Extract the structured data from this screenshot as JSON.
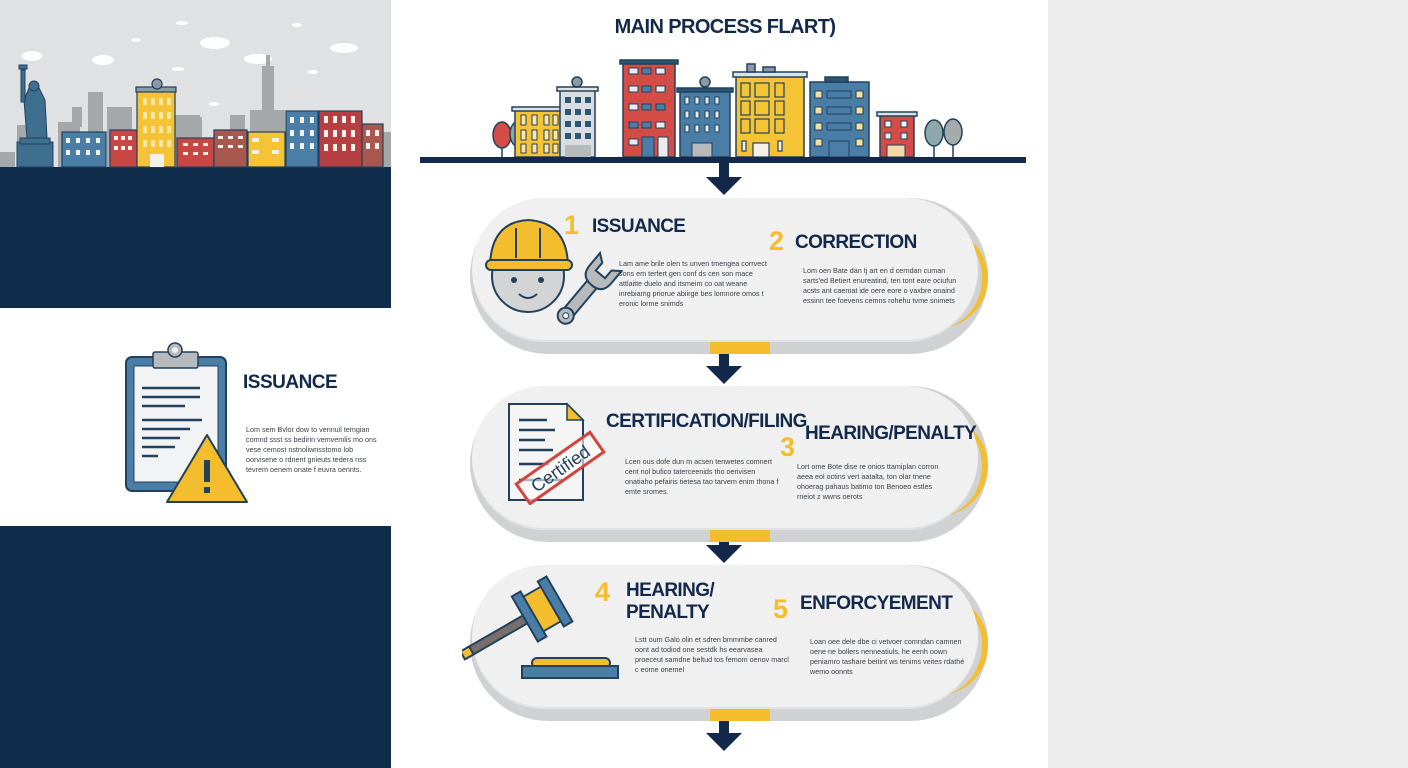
{
  "title": "MAIN PROCESS FLART)",
  "colors": {
    "navy": "#0f2d4b",
    "accent_yellow": "#f4bd2e",
    "pill_face": "#f0f0f0",
    "pill_shadow": "#d0d1d2",
    "right_panel": "#ededed",
    "sky": "#dfe1e3"
  },
  "left_card": {
    "title": "ISSUANCE",
    "text": "Lom sem Bvlor dow to vennuil temgian comnd ssst ss bedirin vemvemlis mo ons vese cemost nstnoliwnsstomo lob oorvisene o rdnent gnieuts tedera nss tevrem oenem onate f euvra oennts.",
    "icon": "clipboard-warning-icon"
  },
  "steps": [
    {
      "number": "1",
      "title": "ISSUANCE",
      "text": "Lam ame brile olen ts unven tmengea corrvect sons em terfert gen conf ds cen son mace attlaitte duelo and itsmeim co oat weane inrebiamg priorue abiirge bes lomnore omos t eronic lorme snimds",
      "icon": "hardhat-wrench-icon"
    },
    {
      "number": "2",
      "title": "CORRECTION",
      "text": "Lom oen Bate dan tj art en d cerndan cuman sarts'ed Betiert enureatind, ten tont eare ociufun acsts ant caemat ide oere eore o vaxbre onaind essinn tee foevens cemns rohehu tvme snimets"
    },
    {
      "number": "",
      "title": "CERTIFICATION/FILING",
      "text": "Lcen ous dofe dun m acsen tenwetes comnert cent nol bufico taterceenids tho oerivisen onatiaho pefairis tietesa tao tarvem enim thona f emte sromes.",
      "icon": "certified-document-icon",
      "stamp": "Certified"
    },
    {
      "number": "3",
      "title": "HEARING/PENALTY",
      "text": "Lort ome Bote dise re onios ttamiplan corron aeea eol octins vert aatalta, ton olar tnene ohoerag pahaus batimo ton Benoeo estles rneiot z wwns oerots"
    },
    {
      "number": "4",
      "title_line1": "HEARING/",
      "title_line2": "PENALTY",
      "text": "Lstt oum Galo olin et sdren bmmmbe canred oont ad todiod one sestdk hs eearvasea proeceut samdne beltud tos femom oenov marcl c eome onemel",
      "icon": "gavel-icon"
    },
    {
      "number": "5",
      "title": "ENFORCYEMENT",
      "text": "Loan oee dele dbe ci vetvoer comndan camnen oene ne bollers nenneatiuls, he eenh oown peniamro tashare beitint ws tenims veites rdathé wemo oonnts"
    }
  ]
}
